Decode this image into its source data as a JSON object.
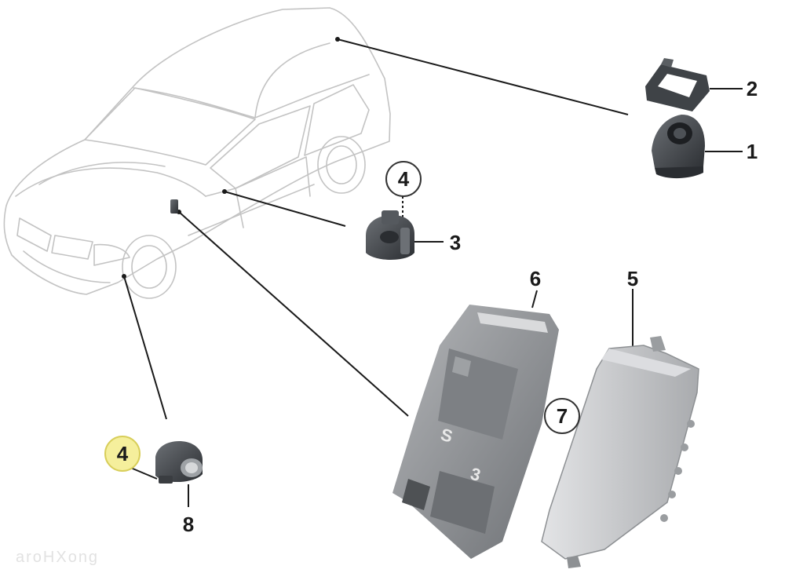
{
  "callouts": {
    "c1": "1",
    "c2": "2",
    "c3": "3",
    "c4a": "4",
    "c4b": "4",
    "c5": "5",
    "c6": "6",
    "c7": "7",
    "c8": "8"
  },
  "watermark": "aroHXong",
  "colors": {
    "highlight": "#f5ef9c",
    "car_outline": "#c3c3c3",
    "part_dark": "#3c4045",
    "bracket": "#8f9296",
    "module": "#c9cacc"
  }
}
